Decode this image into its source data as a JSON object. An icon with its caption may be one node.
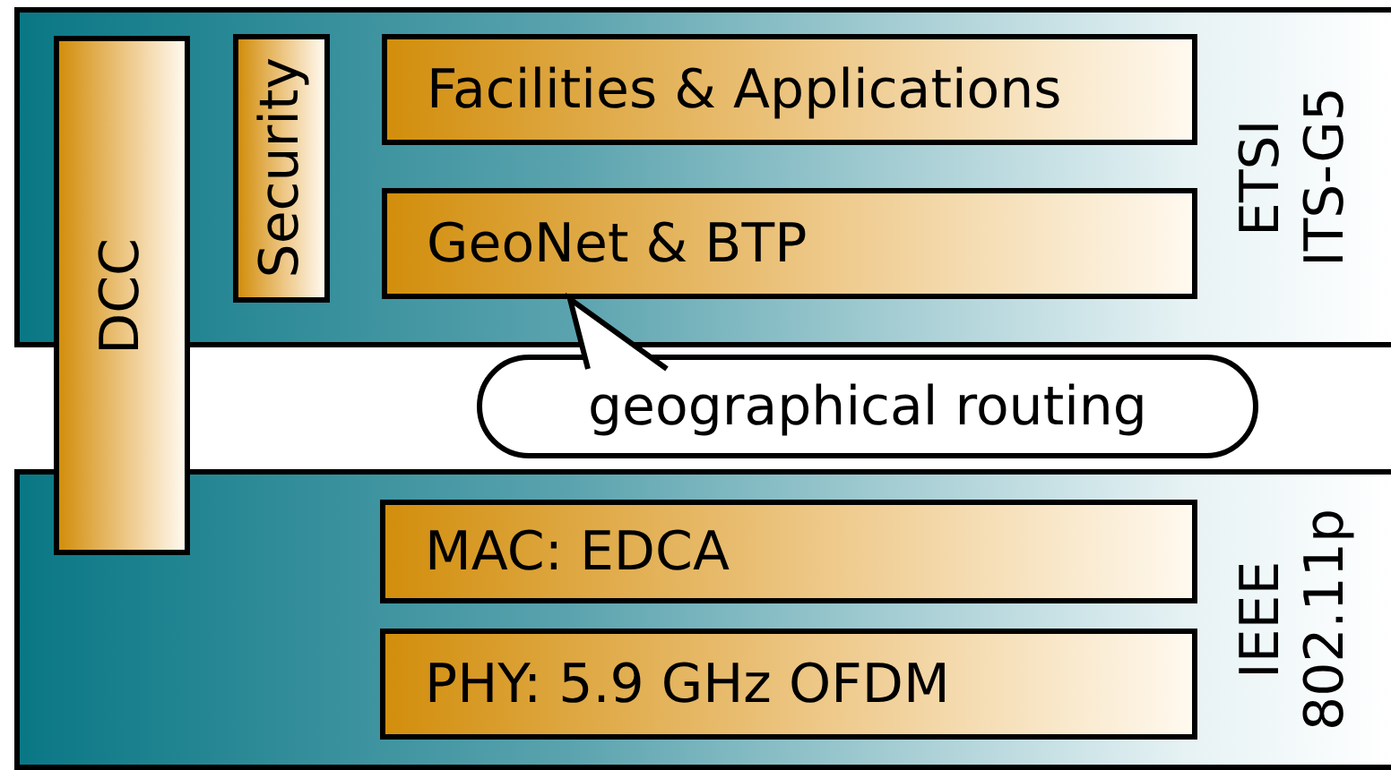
{
  "diagram": {
    "nodes": [
      {
        "text": [
          "ETSI ITS-G5"
        ]
      },
      {
        "text": [
          "IEEE 802.11p"
        ]
      },
      {
        "text": [
          "DCC"
        ]
      },
      {
        "text": [
          "Security"
        ],
        "in": 0
      },
      {
        "text": [
          "Facilities & Applications"
        ],
        "in": 0
      },
      {
        "text": [
          "GeoNet & BTP"
        ],
        "in": 0
      },
      {
        "text": [
          "MAC: EDCA"
        ],
        "in": 1
      },
      {
        "text": [
          "PHY: 5.9 GHz OFDM"
        ],
        "in": 1
      },
      {
        "text": [
          "geographical routing"
        ]
      }
    ],
    "edges": [
      {
        "from": 8,
        "to": 5,
        "arrow": "to"
      }
    ]
  }
}
